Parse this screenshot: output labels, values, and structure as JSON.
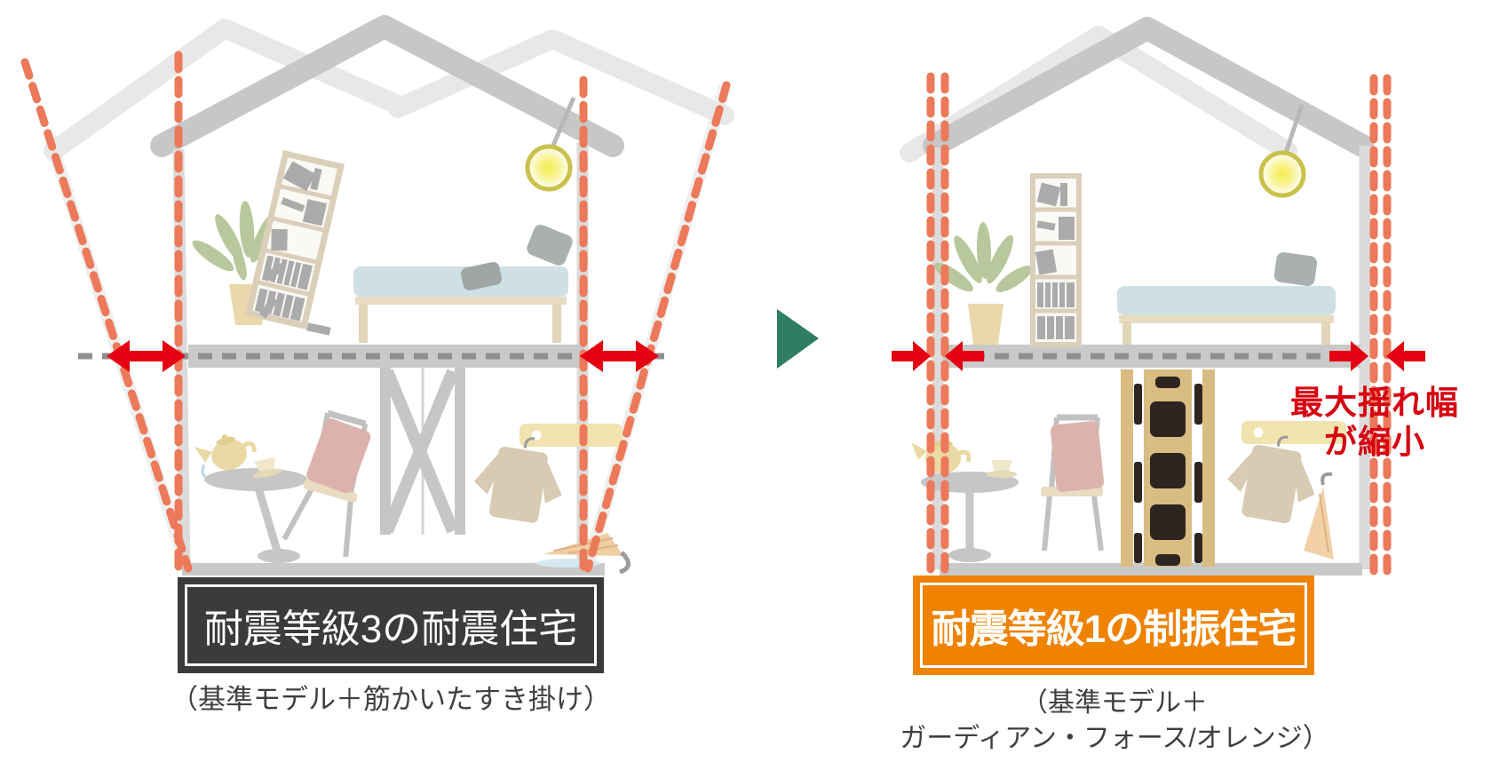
{
  "figure": {
    "type": "earthquake-resistance-comparison-diagram",
    "left_house": {
      "label": "耐震等級3の耐震住宅",
      "caption": "（基準モデル＋筋かいたすき掛け）"
    },
    "right_house": {
      "label": "耐震等級1の制振住宅",
      "caption_line1": "（基準モデル＋",
      "caption_line2": "ガーディアン・フォース/オレンジ）",
      "annotation_line1": "最大揺れ幅",
      "annotation_line2": "が縮小"
    },
    "colors": {
      "left_label_bg": "#3B3B3B",
      "right_label_bg": "#EF8200",
      "label_text": "#FFFFFF",
      "caption_text": "#3F3F3F",
      "annotation_red": "#D7000F",
      "arrow_red": "#E50012",
      "sway_dash_orange": "#EC795A",
      "transition_arrow_green": "#2E7D64",
      "house_gray": "#C7C7C7",
      "ghost_gray": "#E8E8E8",
      "damper_tan": "#D9BC82",
      "damper_dark": "#2E2420"
    }
  }
}
